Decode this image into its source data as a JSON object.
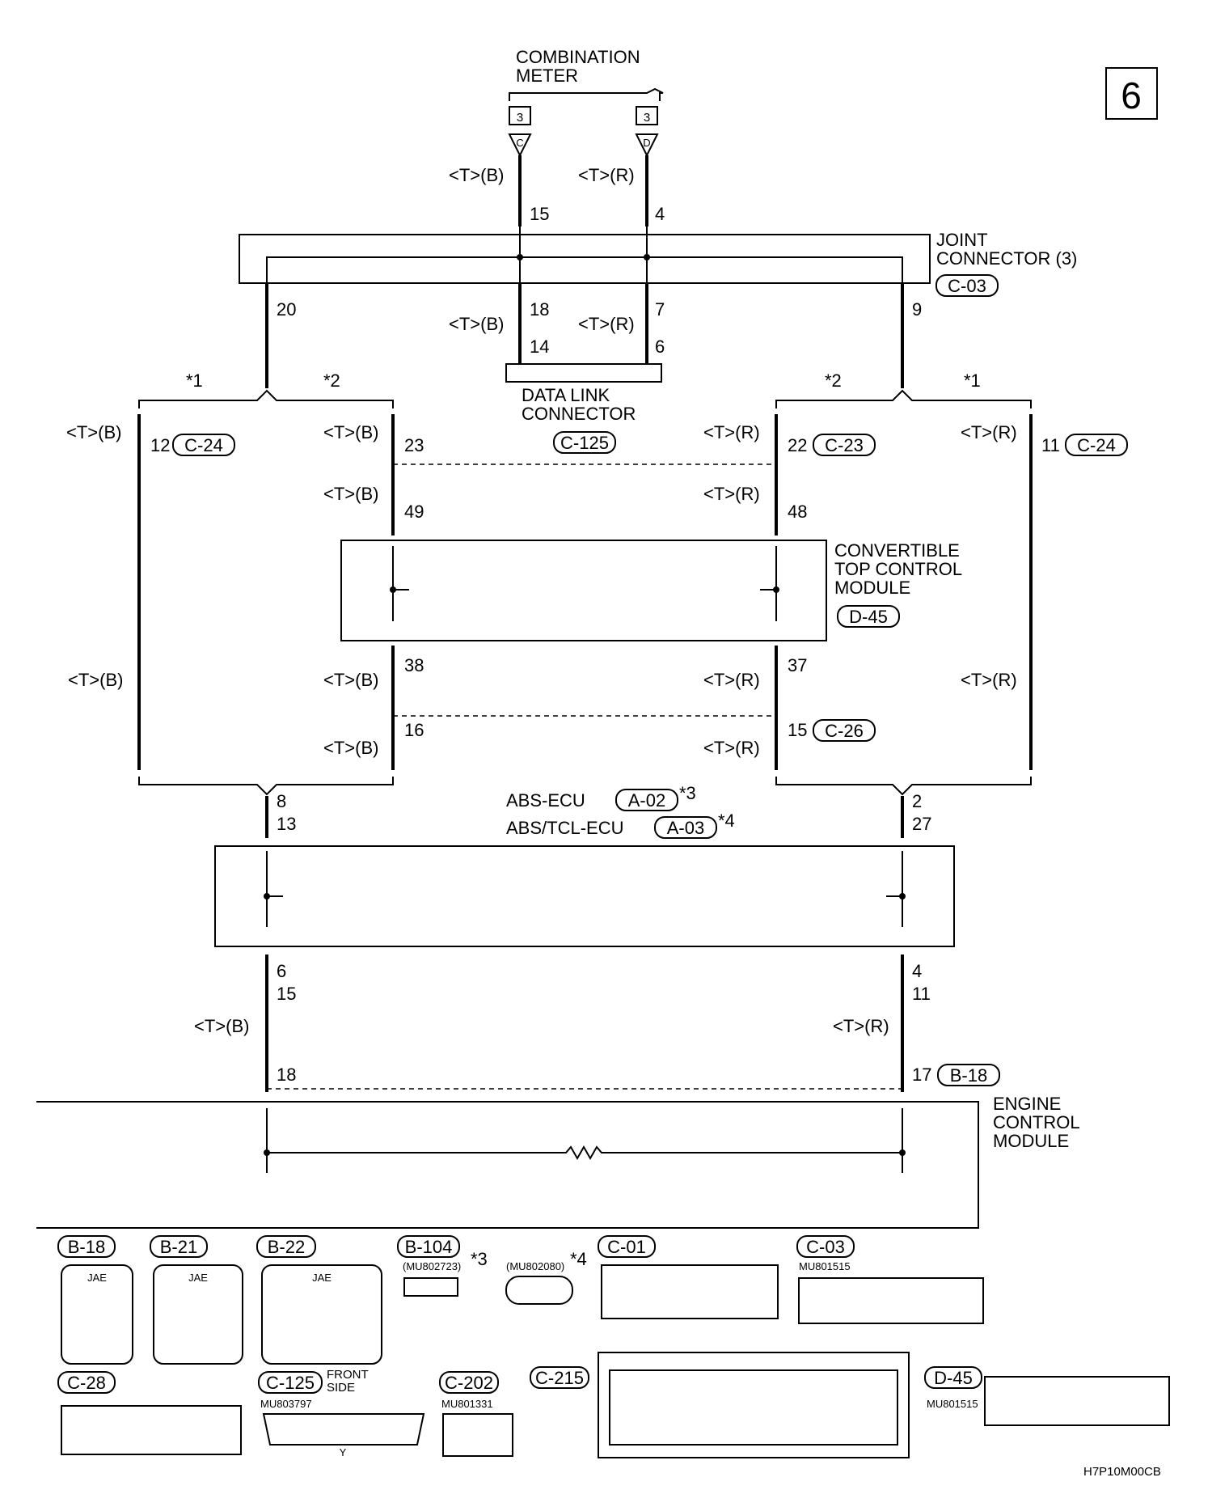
{
  "page_number": "6",
  "figure_code": "H7P10M00CB",
  "components": {
    "combination_meter": "COMBINATION\nMETER",
    "joint_connector": "JOINT\nCONNECTOR (3)",
    "data_link_connector": "DATA LINK\nCONNECTOR",
    "convertible_top": "CONVERTIBLE\nTOP CONTROL\nMODULE",
    "abs_ecu": "ABS-ECU",
    "abs_tcl_ecu": "ABS/TCL-ECU",
    "engine_control_module": "ENGINE\nCONTROL\nMODULE"
  },
  "connector_tags": {
    "c03": "C-03",
    "c125": "C-125",
    "c24": "C-24",
    "c23": "C-23",
    "d45": "D-45",
    "c26": "C-26",
    "a02": "A-02",
    "a03": "A-03",
    "b18": "B-18"
  },
  "wire_labels": {
    "tb": "<T>(B)",
    "tr": "<T>(R)"
  },
  "meter_pins": {
    "c": "C",
    "d": "D",
    "three": "3"
  },
  "pins": {
    "p15": "15",
    "p4": "4",
    "p20": "20",
    "p18": "18",
    "p7": "7",
    "p9": "9",
    "p14": "14",
    "p6": "6",
    "p12": "12",
    "p23": "23",
    "p22": "22",
    "p11": "11",
    "p49": "49",
    "p48": "48",
    "p38": "38",
    "p37": "37",
    "p16": "16",
    "p15b": "15",
    "abs_l1": "8",
    "abs_l2": "13",
    "abs_r1": "2",
    "abs_r2": "27",
    "abs_bl1": "6",
    "abs_bl2": "15",
    "abs_br1": "4",
    "abs_br2": "11",
    "ecm_l": "18",
    "ecm_r": "17"
  },
  "notes": {
    "n1": "*1",
    "n2": "*2",
    "n3": "*3",
    "n4": "*4"
  },
  "legend": {
    "b18": {
      "tag": "B-18",
      "maker": "JAE"
    },
    "b21": {
      "tag": "B-21",
      "maker": "JAE"
    },
    "b22": {
      "tag": "B-22",
      "maker": "JAE"
    },
    "b104": {
      "tag": "B-104",
      "part": "(MU802723)"
    },
    "mu802080": {
      "part": "(MU802080)"
    },
    "c01": {
      "tag": "C-01"
    },
    "c03": {
      "tag": "C-03",
      "part": "MU801515"
    },
    "c28": {
      "tag": "C-28"
    },
    "c125": {
      "tag": "C-125",
      "side": "FRONT\nSIDE",
      "part": "MU803797",
      "y": "Y"
    },
    "c202": {
      "tag": "C-202",
      "part": "MU801331"
    },
    "c215": {
      "tag": "C-215"
    },
    "d45": {
      "tag": "D-45",
      "part": "MU801515"
    }
  }
}
